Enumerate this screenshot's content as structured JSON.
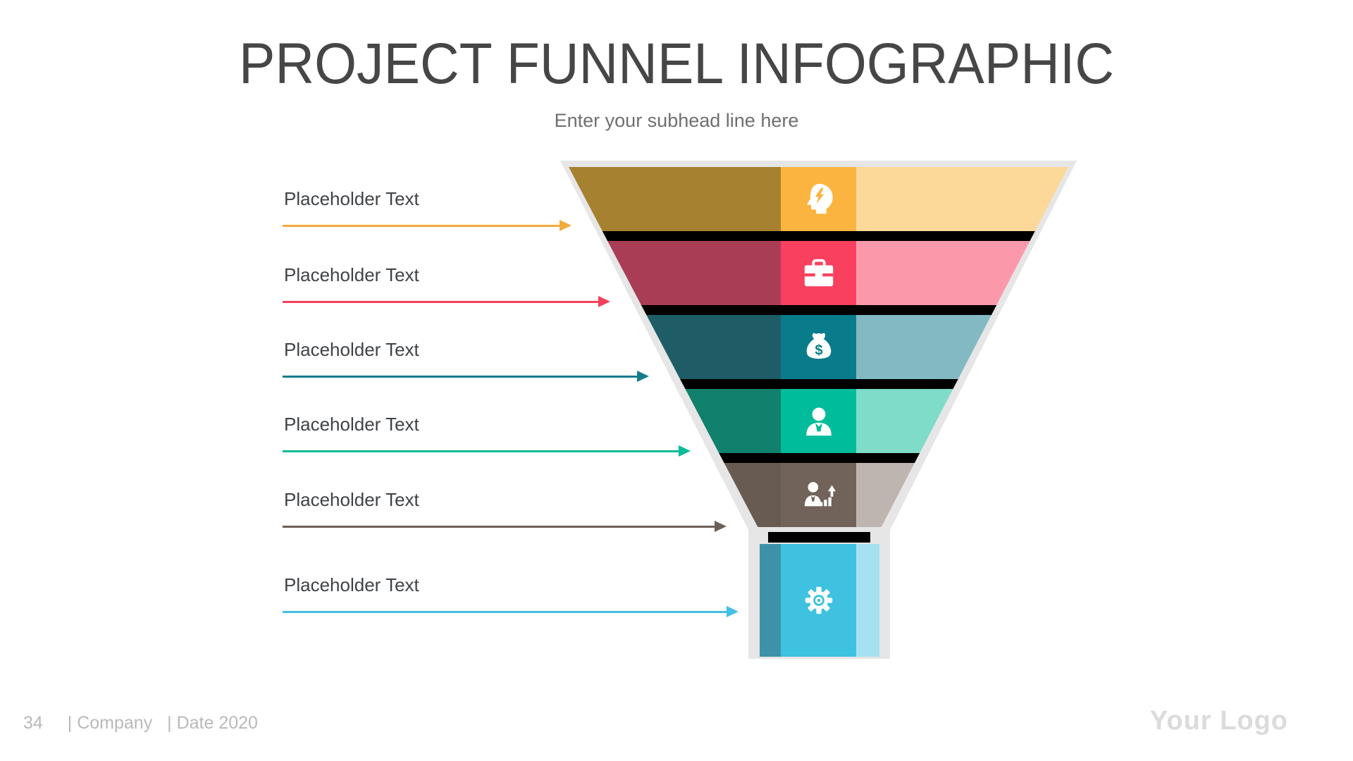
{
  "slide": {
    "title": "PROJECT FUNNEL INFOGRAPHIC",
    "subtitle": "Enter your subhead line here"
  },
  "funnel": {
    "outline_color": "#e6e6e6",
    "separator_color": "#000000",
    "levels": [
      {
        "label": "Placeholder Text",
        "icon": "idea-head-icon",
        "dark": "#A6812F",
        "center": "#FBB440",
        "light": "#FCD998",
        "arrow": "#F1AB3C"
      },
      {
        "label": "Placeholder Text",
        "icon": "briefcase-icon",
        "dark": "#A93D56",
        "center": "#F9405F",
        "light": "#FB99AA",
        "arrow": "#F4405C"
      },
      {
        "label": "Placeholder Text",
        "icon": "money-bag-icon",
        "dark": "#1E5D66",
        "center": "#097C8C",
        "light": "#82B9C3",
        "arrow": "#137C8C"
      },
      {
        "label": "Placeholder Text",
        "icon": "businessman-icon",
        "dark": "#11806C",
        "center": "#00BC9A",
        "light": "#7EDCC8",
        "arrow": "#0CBA98"
      },
      {
        "label": "Placeholder Text",
        "icon": "growth-person-icon",
        "dark": "#685B52",
        "center": "#71625A",
        "light": "#BEB5B0",
        "arrow": "#6B6058"
      },
      {
        "label": "Placeholder Text",
        "icon": "gear-icon",
        "dark": "#3E92A8",
        "center": "#3FC1E0",
        "light": "#A6E1F1",
        "arrow": "#45BFE4"
      }
    ]
  },
  "footer": {
    "page_number": "34",
    "company": "| Company",
    "date": "| Date 2020",
    "logo": "Your Logo"
  }
}
